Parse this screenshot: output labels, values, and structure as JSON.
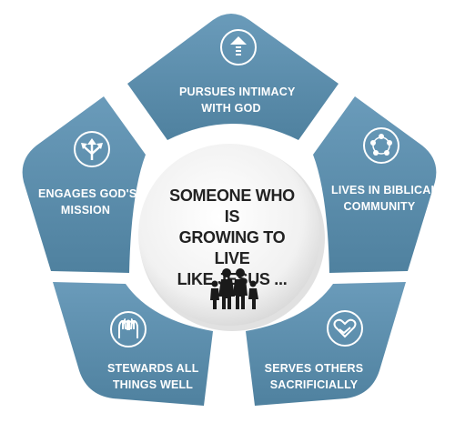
{
  "center": {
    "lines": [
      "SOMEONE WHO IS",
      "GROWING TO LIVE",
      "LIKE JESUS ..."
    ],
    "icon": "family-icon"
  },
  "segments": [
    {
      "id": "pursues-intimacy",
      "lines": [
        "PURSUES INTIMACY",
        "WITH GOD"
      ],
      "icon": "arrow-up-icon"
    },
    {
      "id": "lives-in-community",
      "lines": [
        "LIVES IN BIBLICAL",
        "COMMUNITY"
      ],
      "icon": "community-circle-icon"
    },
    {
      "id": "serves-others",
      "lines": [
        "SERVES OTHERS",
        "SACRIFICIALLY"
      ],
      "icon": "heart-hands-icon"
    },
    {
      "id": "stewards-all",
      "lines": [
        "STEWARDS ALL",
        "THINGS WELL"
      ],
      "icon": "raised-hands-icon"
    },
    {
      "id": "engages-mission",
      "lines": [
        "ENGAGES GOD'S",
        "MISSION"
      ],
      "icon": "branching-arrows-icon"
    }
  ],
  "colors": {
    "segment": "#5d8fb0",
    "segment_dark": "#4f7f9f",
    "center_light": "#ffffff",
    "center_shadow": "#c9c9c9",
    "text_dark": "#222222"
  }
}
